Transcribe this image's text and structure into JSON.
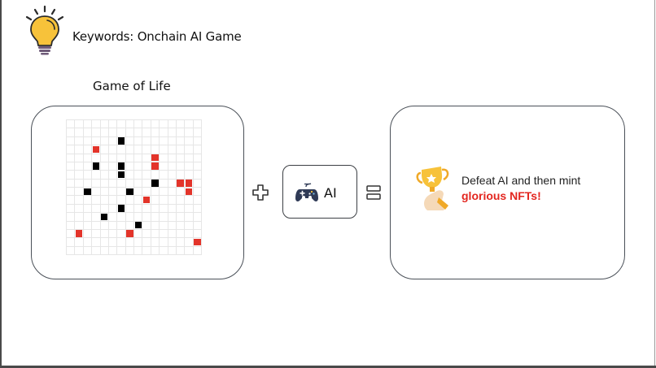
{
  "header": {
    "icon": "lightbulb-icon",
    "keywords_text": "Keywords: Onchain AI Game"
  },
  "game_of_life": {
    "title": "Game of Life",
    "grid_size": 16,
    "black_cells": [
      [
        6,
        2
      ],
      [
        3,
        5
      ],
      [
        6,
        5
      ],
      [
        6,
        6
      ],
      [
        10,
        7
      ],
      [
        2,
        8
      ],
      [
        7,
        8
      ],
      [
        6,
        10
      ],
      [
        4,
        11
      ],
      [
        8,
        12
      ]
    ],
    "red_cells": [
      [
        3,
        3
      ],
      [
        10,
        4
      ],
      [
        10,
        5
      ],
      [
        13,
        7
      ],
      [
        14,
        7
      ],
      [
        14,
        8
      ],
      [
        9,
        9
      ],
      [
        1,
        13
      ],
      [
        7,
        13
      ],
      [
        15,
        14
      ]
    ],
    "colors": {
      "black": "#000000",
      "red": "#e3342a",
      "gridline": "#e6e6e6"
    }
  },
  "operators": {
    "plus_icon": "plus-icon",
    "equals_icon": "equals-icon"
  },
  "ai_box": {
    "icon": "gamepad-icon",
    "label": "AI"
  },
  "result": {
    "icon": "trophy-icon",
    "line1": "Defeat AI and then mint",
    "line2": "glorious NFTs!",
    "highlight_color": "#e3261f"
  }
}
